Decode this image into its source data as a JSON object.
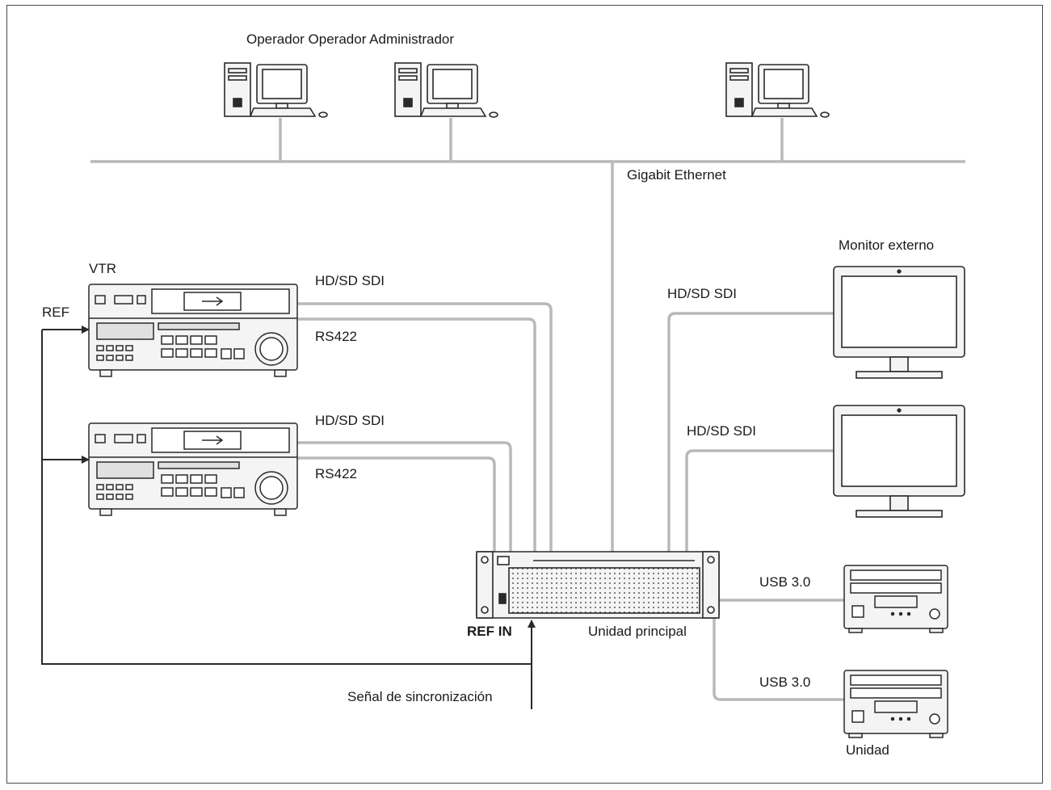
{
  "labels": {
    "operators": "Operador Operador Administrador",
    "network": "Gigabit Ethernet",
    "vtr": "VTR",
    "ref": "REF",
    "vtr1_sdi": "HD/SD SDI",
    "vtr1_rs422": "RS422",
    "vtr2_sdi": "HD/SD SDI",
    "vtr2_rs422": "RS422",
    "monitor_title": "Monitor externo",
    "monitor1_sdi": "HD/SD SDI",
    "monitor2_sdi": "HD/SD SDI",
    "ref_in": "REF IN",
    "main_unit": "Unidad principal",
    "usb1": "USB 3.0",
    "usb2": "USB 3.0",
    "sync": "Señal de sincronización",
    "drive_unit": "Unidad"
  },
  "colors": {
    "cable": "#b9b9b9",
    "line": "#2a2a2a",
    "device_outline": "#2a2a2a",
    "device_fill": "#f4f4f4",
    "frame": "#4a4a4a"
  },
  "icons": {
    "computer": "desktop-computer-icon",
    "vtr": "vtr-deck-icon",
    "monitor": "monitor-icon",
    "main_unit": "rack-server-icon",
    "drive": "disc-drive-icon"
  }
}
